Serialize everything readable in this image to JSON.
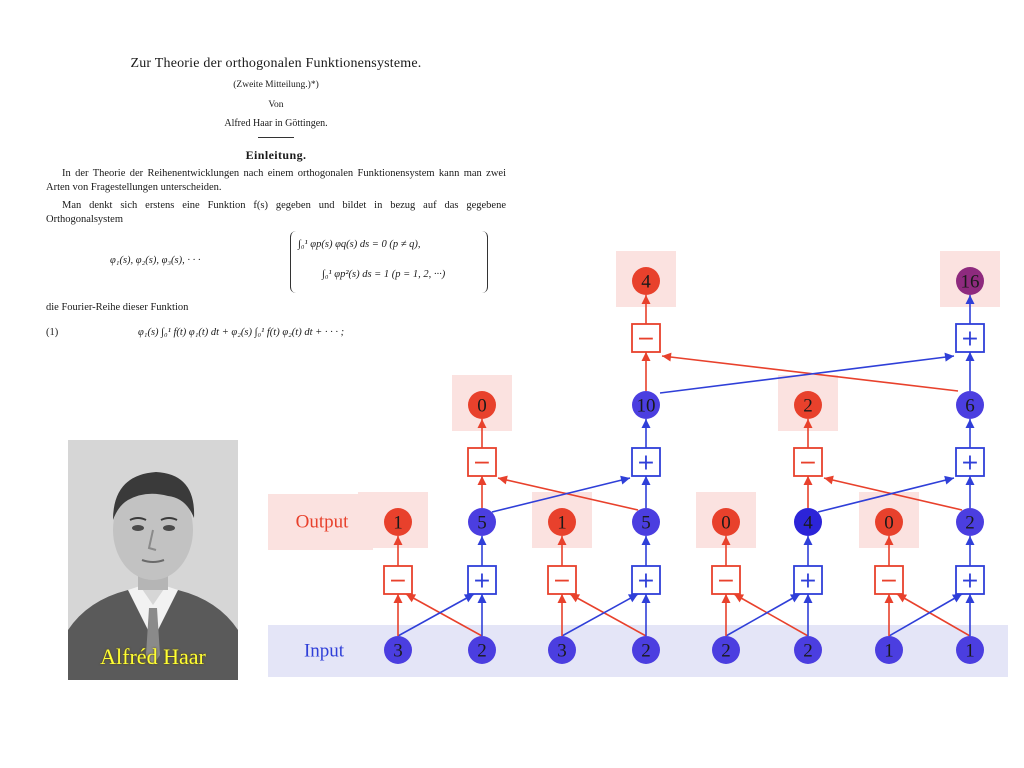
{
  "paper": {
    "title": "Zur Theorie der orthogonalen Funktionensysteme.",
    "subtitle": "(Zweite Mitteilung.)*)",
    "von": "Von",
    "author": "Alfred Haar in Göttingen.",
    "section": "Einleitung.",
    "para1": "In der Theorie der Reihenentwicklungen nach einem orthogonalen Funktionensystem kann man zwei Arten von Fragestellungen unterscheiden.",
    "para2": "Man denkt sich erstens eine Funktion f(s) gegeben und bildet in bezug auf das gegebene Orthogonalsystem",
    "system_left": "φ₁(s), φ₂(s), φ₃(s), · · ·",
    "system_eq1": "∫₀¹ φp(s) φq(s) ds = 0   (p ≠ q),",
    "system_eq2": "∫₀¹ φp²(s) ds = 1   (p = 1, 2, ···)",
    "para3": "die Fourier-Reihe dieser Funktion",
    "eq_number": "(1)",
    "eq1": "φ₁(s) ∫₀¹ f(t) φ₁(t) dt + φ₂(s) ∫₀¹ f(t) φ₂(t) dt + · · · ;"
  },
  "photo": {
    "caption": "Alfréd Haar"
  },
  "diagram": {
    "input_label": "Input",
    "output_label": "Output",
    "colors": {
      "red": "#e8412c",
      "blue": "#4b3ee0",
      "purple": "#8e2a7e",
      "highlight_red": "#fbe2e0",
      "highlight_blue": "#e4e5f7",
      "red_edge": "#e8412c",
      "blue_edge": "#2f3fd8"
    },
    "inputs": [
      "3",
      "2",
      "3",
      "2",
      "2",
      "2",
      "1",
      "1"
    ],
    "level1": {
      "ops": [
        "−",
        "+",
        "−",
        "+",
        "−",
        "+",
        "−",
        "+"
      ],
      "outputs": [
        "1",
        "5",
        "1",
        "5",
        "0",
        "4",
        "0",
        "2"
      ]
    },
    "level2": {
      "ops": [
        "−",
        "+",
        "−",
        "+"
      ],
      "outputs": [
        "0",
        "10",
        "2",
        "6"
      ]
    },
    "level3": {
      "ops": [
        "−",
        "+"
      ],
      "outputs": [
        "4",
        "16"
      ]
    }
  }
}
